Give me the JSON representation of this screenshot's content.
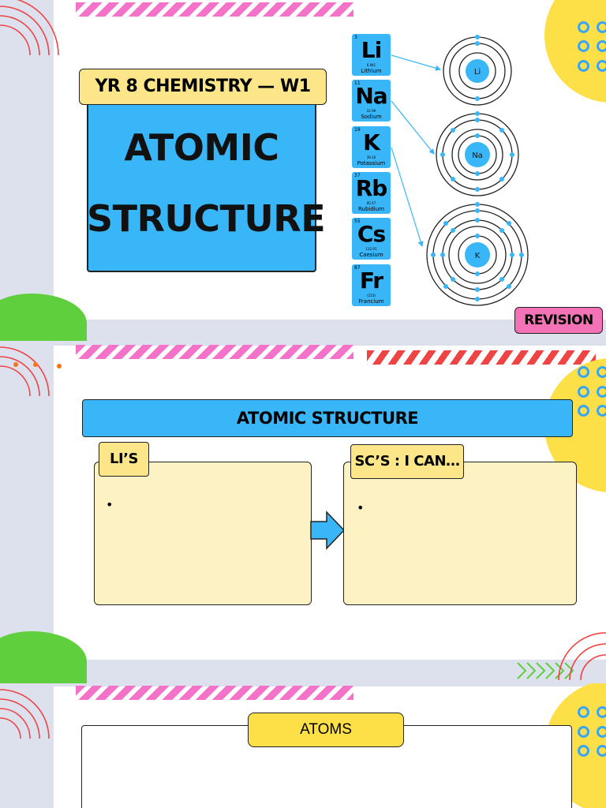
{
  "slide1": {
    "title_tag": "YR 8 CHEMISTRY — W1",
    "title_line1": "ATOMIC",
    "title_line2": "STRUCTURE",
    "revision_badge": "REVISION",
    "elements": [
      {
        "number": "3",
        "symbol": "Li",
        "mass": "6.941",
        "name": "Lithium"
      },
      {
        "number": "11",
        "symbol": "Na",
        "mass": "22.99",
        "name": "Sodium"
      },
      {
        "number": "19",
        "symbol": "K",
        "mass": "39.10",
        "name": "Potassium"
      },
      {
        "number": "37",
        "symbol": "Rb",
        "mass": "85.47",
        "name": "Rubidium"
      },
      {
        "number": "55",
        "symbol": "Cs",
        "mass": "132.91",
        "name": "Caesium"
      },
      {
        "number": "87",
        "symbol": "Fr",
        "mass": "(223)",
        "name": "Francium"
      }
    ],
    "atoms": [
      {
        "label": "Li",
        "shells": 2
      },
      {
        "label": "Na",
        "shells": 3
      },
      {
        "label": "K",
        "shells": 4
      }
    ]
  },
  "slide2": {
    "header": "ATOMIC STRUCTURE",
    "left_label": "LI’S",
    "right_label": "SC’S : I CAN…",
    "left_bullet": "•",
    "right_bullet": "•"
  },
  "slide3": {
    "header": "ATOMS"
  },
  "colors": {
    "accent_blue": "#38b6f8",
    "yellow": "#fde047",
    "pink": "#f472c8",
    "green": "#5fcf3d",
    "revision_pink": "#f472b6"
  }
}
